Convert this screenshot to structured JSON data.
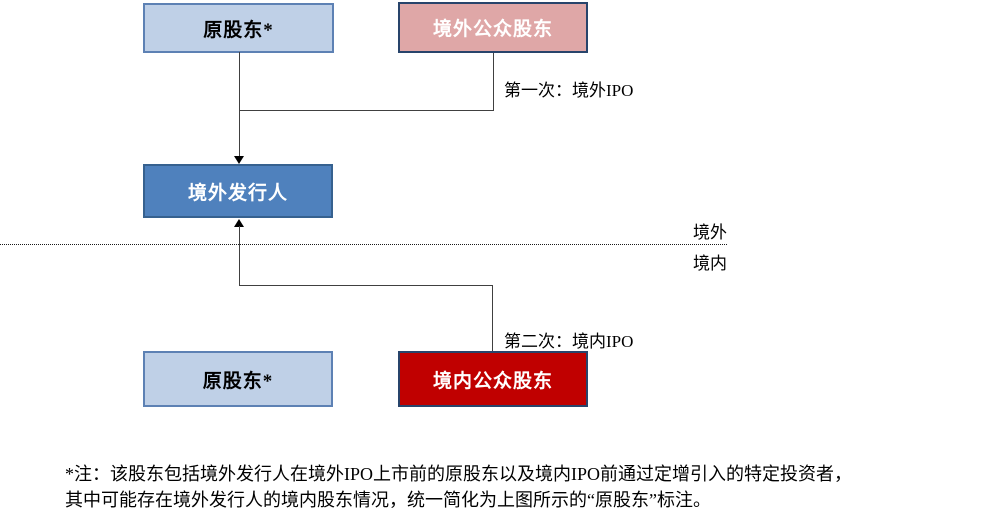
{
  "diagram": {
    "boxes": {
      "original_top": {
        "label": "原股东*"
      },
      "overseas_public": {
        "label": "境外公众股东"
      },
      "overseas_issuer": {
        "label": "境外发行人"
      },
      "original_bottom": {
        "label": "原股东*"
      },
      "domestic_public": {
        "label": "境内公众股东"
      }
    },
    "annotations": {
      "first_ipo": "第一次：境外IPO",
      "second_ipo": "第二次：境内IPO",
      "boundary_above": "境外",
      "boundary_below": "境内"
    },
    "footnote": {
      "line1": "*注：该股东包括境外发行人在境外IPO上市前的原股东以及境内IPO前通过定增引入的特定投资者，",
      "line2": "其中可能存在境外发行人的境内股东情况，统一简化为上图所示的“原股东”标注。"
    },
    "colors": {
      "light_blue_fill": "#bfd0e7",
      "light_blue_border": "#5d81b4",
      "pink_fill": "#dfa7a7",
      "issuer_blue_fill": "#4f81bd",
      "issuer_blue_border": "#36618f",
      "red_fill": "#c00000",
      "dark_navy_border": "#28446b",
      "connector_line": "#404040"
    }
  }
}
